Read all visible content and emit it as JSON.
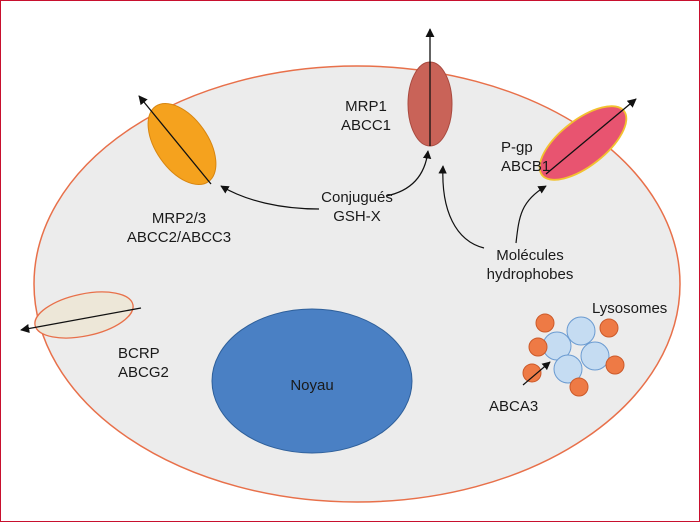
{
  "labels": {
    "mrp1": "MRP1",
    "abcc1": "ABCC1",
    "mrp23": "MRP2/3",
    "abcc23": "ABCC2/ABCC3",
    "conjugues": "Conjugués",
    "gshx": "GSH-X",
    "pgp": "P-gp",
    "abcb1": "ABCB1",
    "molecules": "Molécules",
    "hydrophobes": "hydrophobes",
    "lysosomes": "Lysosomes",
    "bcrp": "BCRP",
    "abcg2": "ABCG2",
    "noyau": "Noyau",
    "abca3": "ABCA3"
  },
  "colors": {
    "frame": "#c8102e",
    "cell_fill": "#ececec",
    "cell_stroke": "#e8704a",
    "nucleus": "#4a80c4",
    "mrp1": "#c96358",
    "mrp23": "#f5a21e",
    "pgp": "#e85470",
    "bcrp": "#ede7d8",
    "lysosome": "#c5dcf2",
    "lysosome_stroke": "#6b9bd1",
    "abca3_dot": "#ee7a45"
  }
}
